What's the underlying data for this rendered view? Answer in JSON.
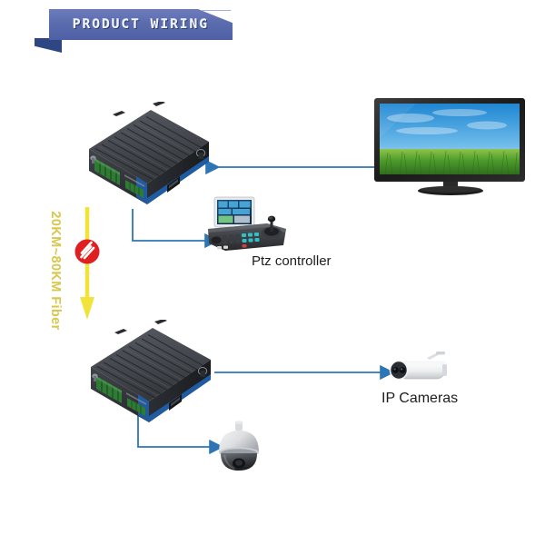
{
  "banner": {
    "title": "PRODUCT WIRING",
    "fill_color": "#5b6cae",
    "tail_color": "#2e4682",
    "text_color": "#f2f4fb"
  },
  "fiber_link": {
    "label": "20KM~80KM Fiber",
    "label_color": "#d8c74a",
    "arrow_color": "#f2e33a",
    "marker": "fiber-break-symbol",
    "marker_color": "#e02020",
    "direction": "down"
  },
  "connections": {
    "line_color": "#2e75b6",
    "items": [
      {
        "name": "tv-to-transmitter",
        "from": "display-tv",
        "to": "device-transmitter",
        "arrow": "left"
      },
      {
        "name": "transmitter-to-ptz",
        "from": "device-transmitter",
        "to": "ptz-controller",
        "arrow": "right"
      },
      {
        "name": "receiver-to-ipcam",
        "from": "device-receiver",
        "to": "ip-camera-bullet",
        "arrow": "right"
      },
      {
        "name": "receiver-to-dome",
        "from": "device-receiver",
        "to": "ip-camera-dome",
        "arrow": "right"
      }
    ]
  },
  "devices": {
    "transmitter": {
      "name": "fiber-media-converter",
      "body_color": "#3a3d42",
      "accent_color": "#1f5fa8",
      "terminal_color": "#2f7a34"
    },
    "receiver": {
      "name": "fiber-media-converter",
      "body_color": "#3a3d42",
      "accent_color": "#1f5fa8",
      "terminal_color": "#2f7a34"
    }
  },
  "endpoints": [
    {
      "id": "display-tv",
      "label": "",
      "icon": "tv-monitor-icon"
    },
    {
      "id": "ptz-controller",
      "label": "Ptz controller",
      "icon": "ptz-keyboard-icon"
    },
    {
      "id": "ip-camera-bullet",
      "label": "IP Cameras",
      "icon": "bullet-camera-icon"
    },
    {
      "id": "ip-camera-dome",
      "label": "",
      "icon": "dome-camera-icon"
    }
  ],
  "labels": {
    "ptz": "Ptz controller",
    "ip_cameras": "IP Cameras"
  }
}
